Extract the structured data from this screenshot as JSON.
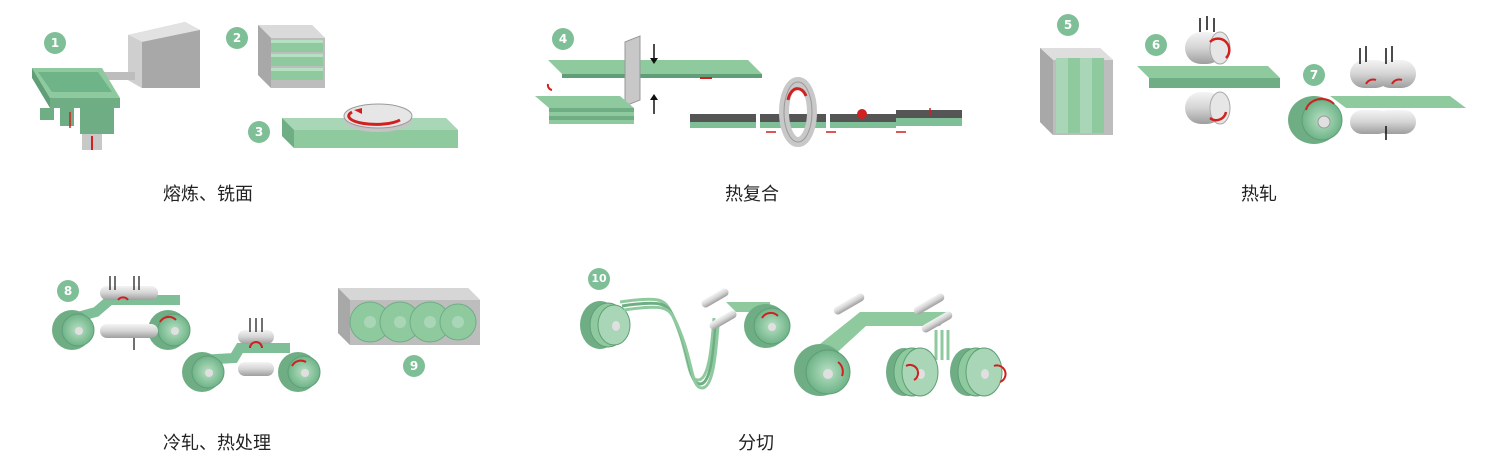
{
  "captions": {
    "g1": "熔炼、铣面",
    "g2": "热复合",
    "g3": "热轧",
    "g4": "冷轧、热处理",
    "g5": "分切"
  },
  "steps": [
    "1",
    "2",
    "3",
    "4",
    "5",
    "6",
    "7",
    "8",
    "9",
    "10"
  ],
  "colors": {
    "strip": "#7fbf97",
    "strip_dark": "#5f9e76",
    "strip_light": "#a9d6b7",
    "gray": "#c8c8c8",
    "gray_dark": "#9a9a9a",
    "arrow": "#d02020",
    "badge": "#7fbf97"
  }
}
